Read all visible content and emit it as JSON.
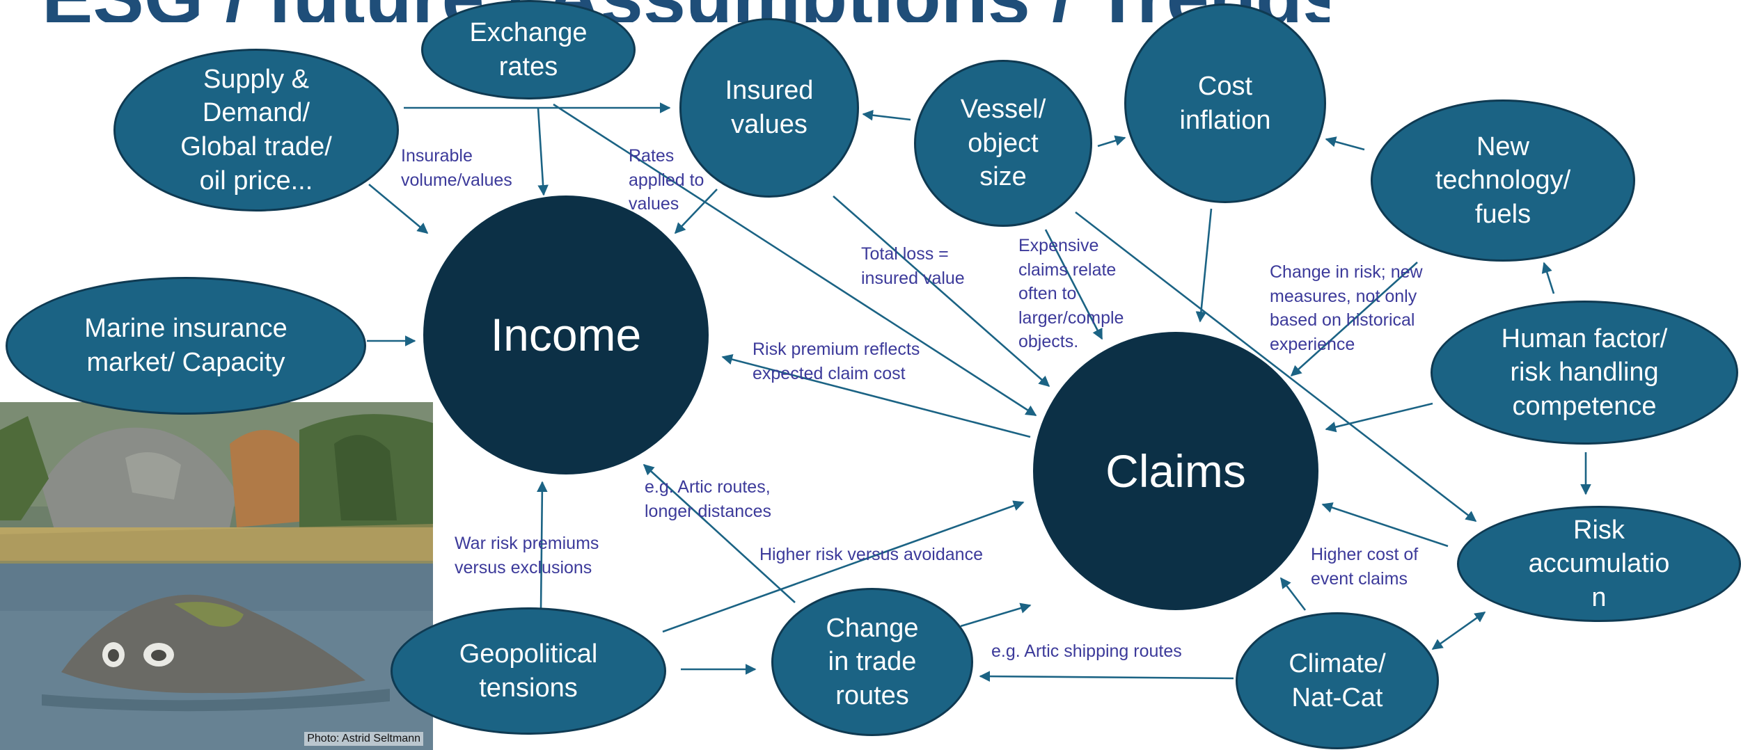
{
  "title": {
    "partial_text": "ESG / future / Assumptions / Trends"
  },
  "nodes": {
    "supply": "Supply &\nDemand/\nGlobal trade/\noil price...",
    "exchange": "Exchange\nrates",
    "insured": "Insured\nvalues",
    "vessel": "Vessel/\nobject\nsize",
    "cost": "Cost\ninflation",
    "newtech": "New\ntechnology/\nfuels",
    "marine": "Marine insurance\nmarket/ Capacity",
    "income": "Income",
    "claims": "Claims",
    "human": "Human factor/\nrisk handling\ncompetence",
    "risk": "Risk\naccumulatio\nn",
    "geo": "Geopolitical\ntensions",
    "trade": "Change\nin trade\nroutes",
    "climate": "Climate/\nNat-Cat"
  },
  "labels": {
    "insurable": "Insurable\nvolume/values",
    "rates_applied": "Rates\napplied to\nvalues",
    "total_loss": "Total loss =\ninsured value",
    "expensive": "Expensive\nclaims relate\noften to\nlarger/comple\nobjects.",
    "change_risk": "Change in risk; new\nmeasures, not only\nbased on historical\nexperience",
    "risk_premium": "Risk premium reflects\nexpected claim cost",
    "artic_routes": "e.g. Artic routes,\nlonger distances",
    "war_risk": "War risk premiums\nversus exclusions",
    "higher_risk": "Higher risk versus avoidance",
    "higher_cost": "Higher cost of\nevent claims",
    "artic_shipping": "e.g. Artic shipping routes"
  },
  "photo": {
    "credit": "Photo: Astrid Seltmann"
  },
  "colors": {
    "node": "#1b6384",
    "node_dark": "#0c3046",
    "arrow": "#1b6384",
    "label": "#3c3a9a"
  }
}
